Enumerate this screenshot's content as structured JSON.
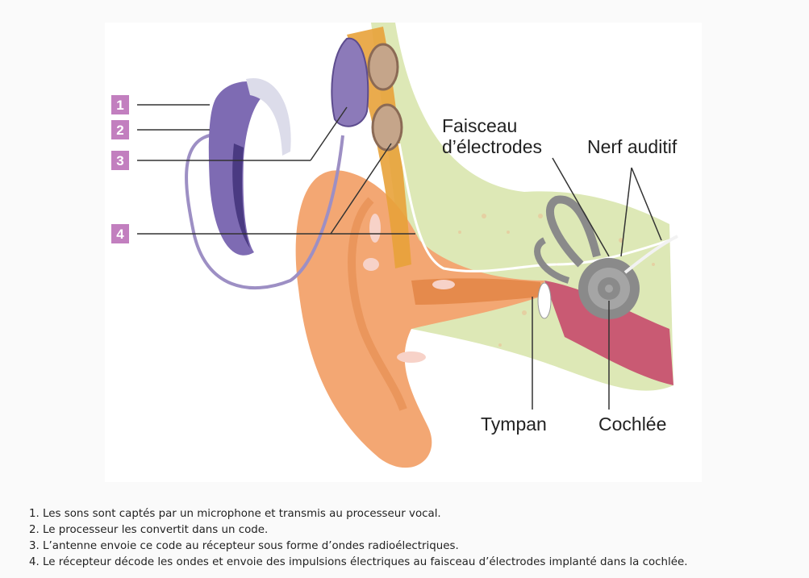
{
  "figure": {
    "labels": {
      "badge_1": "1",
      "badge_2": "2",
      "badge_3": "3",
      "badge_4": "4",
      "faisceau_line1": "Faisceau",
      "faisceau_line2": "d’électrodes",
      "nerf": "Nerf auditif",
      "tympan": "Tympan",
      "cochlee": "Cochlée"
    },
    "colors": {
      "badge": "#c27fbf",
      "device_purple": "#7e6bb3",
      "device_dark": "#4a3a82",
      "skin": "#f3a773",
      "skin_dark": "#e58a4c",
      "bone": "#dde8b6",
      "antenna_band": "#e8a23a",
      "cochlea": "#8a8a8a",
      "muscle": "#c95a73"
    }
  },
  "steps": [
    "1. Les sons sont captés par un microphone et transmis au processeur vocal.",
    "2. Le processeur les convertit dans un code.",
    "3. L’antenne envoie ce code au récepteur sous forme d’ondes radioélectriques.",
    "4. Le récepteur décode les ondes et envoie des impulsions électriques au faisceau d’électrodes implanté dans la cochlée."
  ]
}
